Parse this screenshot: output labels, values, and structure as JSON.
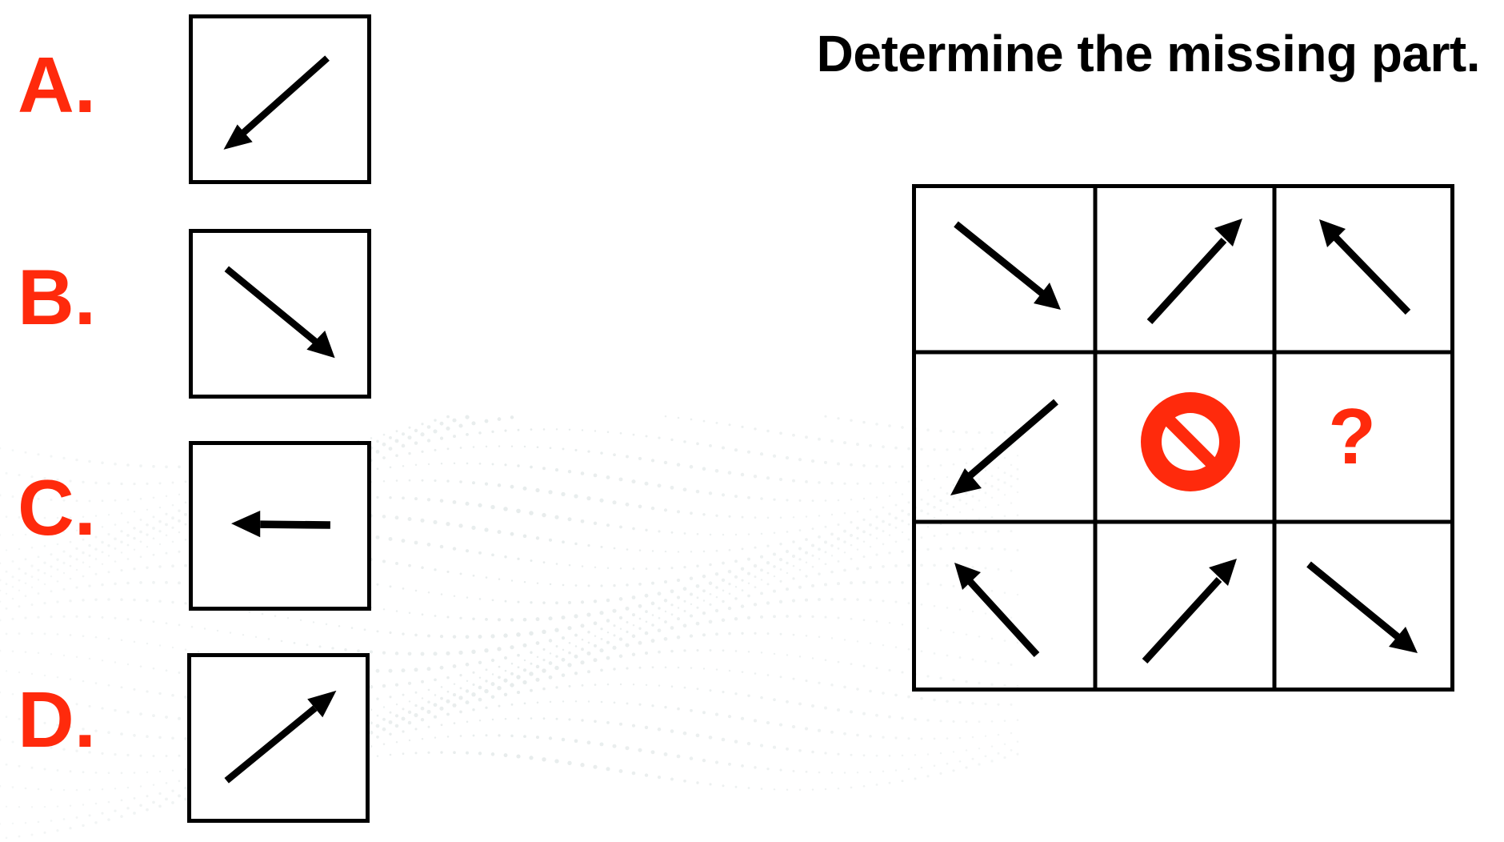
{
  "question": {
    "text": "Determine the missing part."
  },
  "colors": {
    "accent": "#ff2a0c",
    "ink": "#000000",
    "background": "#ffffff",
    "dot_pattern": "#e6ebeb"
  },
  "options": [
    {
      "label": "A.",
      "arrow": "down-left-arrow-icon"
    },
    {
      "label": "B.",
      "arrow": "down-right-arrow-icon"
    },
    {
      "label": "C.",
      "arrow": "left-arrow-icon"
    },
    {
      "label": "D.",
      "arrow": "up-right-arrow-icon"
    }
  ],
  "grid": {
    "cells": [
      {
        "content": "down-right-arrow-icon"
      },
      {
        "content": "up-right-arrow-icon"
      },
      {
        "content": "up-left-arrow-icon"
      },
      {
        "content": "down-left-arrow-icon"
      },
      {
        "content": "no-entry-icon"
      },
      {
        "content": "question-mark",
        "text": "?"
      },
      {
        "content": "up-left-arrow-icon"
      },
      {
        "content": "up-right-arrow-icon"
      },
      {
        "content": "down-right-arrow-icon"
      }
    ]
  }
}
